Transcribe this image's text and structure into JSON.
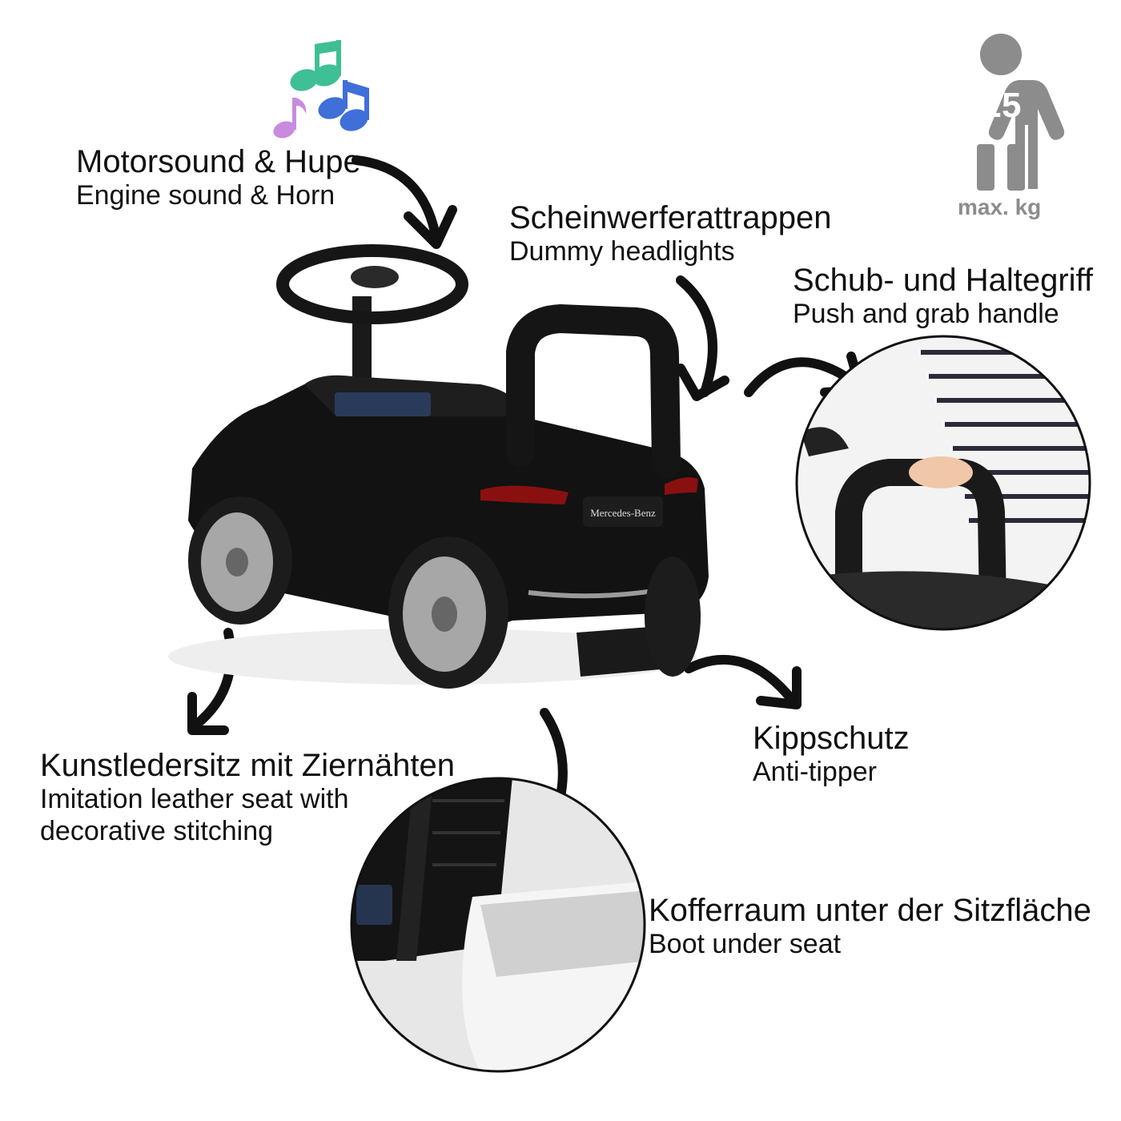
{
  "features": {
    "sound": {
      "de": "Motorsound & Hupe",
      "en": "Engine sound & Horn"
    },
    "headlights": {
      "de": "Scheinwerferattrappen",
      "en": "Dummy headlights"
    },
    "handle": {
      "de": "Schub- und Haltegriff",
      "en": "Push and grab handle"
    },
    "seat": {
      "de": "Kunstledersitz mit Ziernähten",
      "en_line1": "Imitation leather seat with",
      "en_line2": "decorative stitching"
    },
    "antitip": {
      "de": "Kippschutz",
      "en": "Anti-tipper"
    },
    "boot": {
      "de": "Kofferraum unter der Sitzfläche",
      "en": "Boot under seat"
    }
  },
  "weight_limit": {
    "value": "25",
    "unit": "max. kg"
  },
  "car_badge": "Mercedes-Benz",
  "colors": {
    "car_body": "#121212",
    "note_green": "#3fbf95",
    "note_blue": "#3f6fd8",
    "note_purple": "#c98be0",
    "weight_icon": "#8c8c8c",
    "arrow": "#111111"
  },
  "icons": [
    "music-notes-icon",
    "person-weight-icon",
    "curved-arrow-icon"
  ]
}
